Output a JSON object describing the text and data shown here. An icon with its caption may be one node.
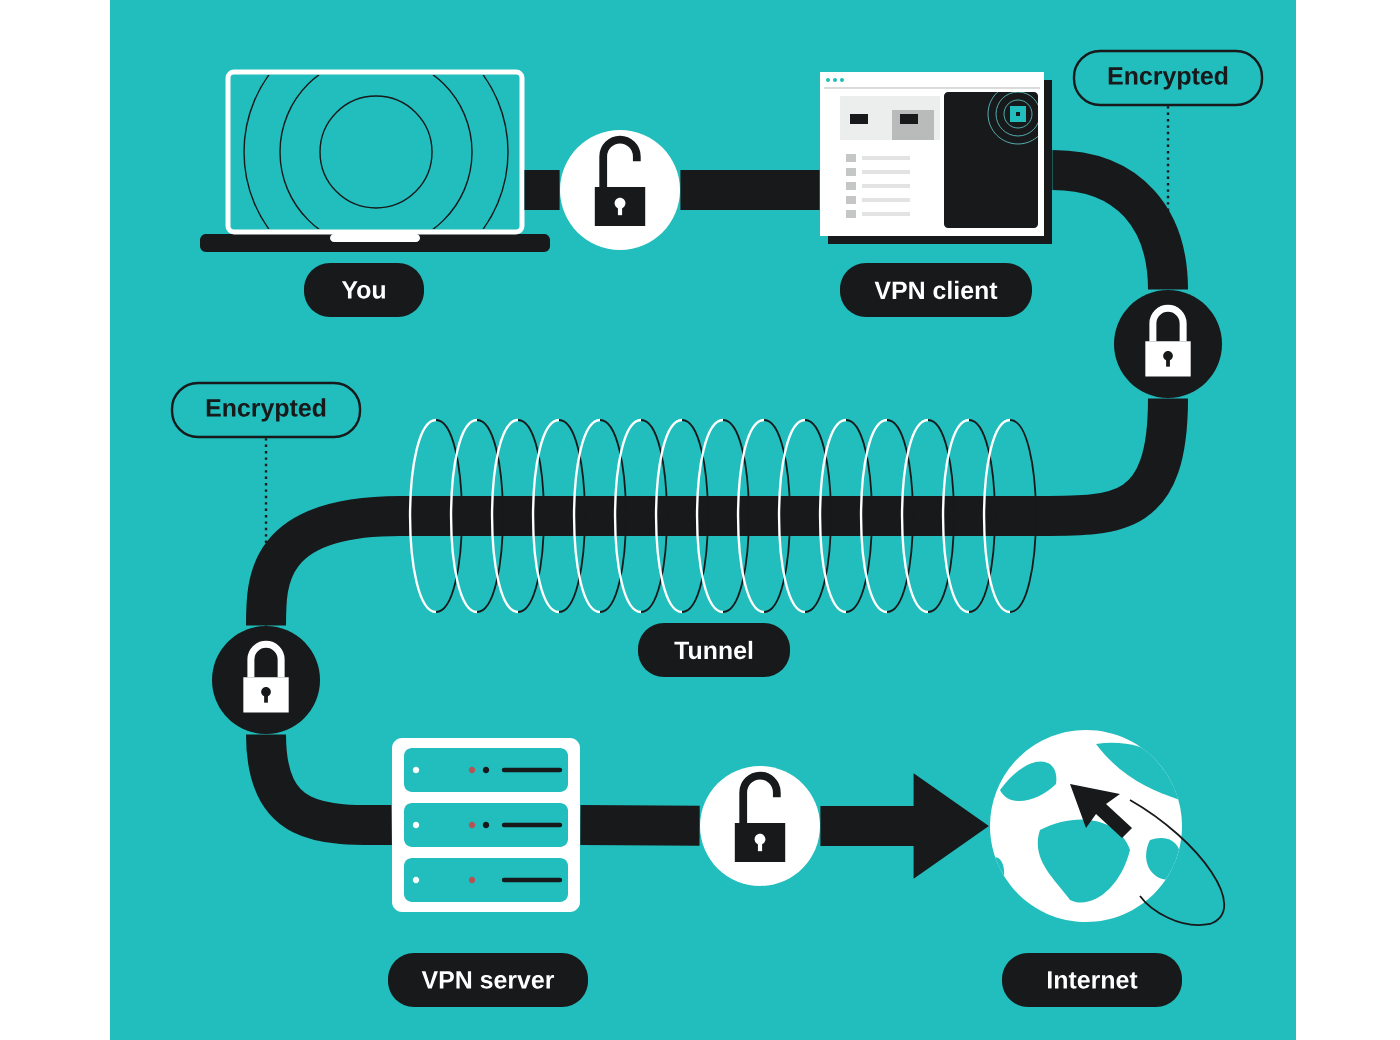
{
  "diagram": {
    "nodes": [
      {
        "text": [],
        "shape": "picture",
        "beside": [
          "You"
        ]
      },
      {
        "text": [],
        "shape": "circle"
      },
      {
        "text": [],
        "shape": "picture",
        "beside": [
          "VPN client"
        ]
      },
      {
        "text": [
          "Encrypted"
        ]
      },
      {
        "text": [],
        "shape": "circle"
      },
      {
        "text": [
          "Encrypted"
        ]
      },
      {
        "text": [],
        "shape": "circle"
      },
      {
        "text": [],
        "shape": "picture",
        "beside": [
          "VPN server"
        ]
      },
      {
        "text": [],
        "shape": "circle"
      },
      {
        "text": [],
        "shape": "picture",
        "beside": [
          "Internet"
        ]
      }
    ],
    "edges": [
      {
        "from": 0,
        "to": 1,
        "arrow": "none"
      },
      {
        "from": 1,
        "to": 2,
        "arrow": "none"
      },
      {
        "from": 2,
        "to": 4,
        "arrow": "none"
      },
      {
        "from": 3,
        "to": 4,
        "arrow": "none",
        "style": "dashed"
      },
      {
        "from": 4,
        "to": 6,
        "arrow": "none",
        "label": "Tunnel"
      },
      {
        "from": 5,
        "to": 6,
        "arrow": "none",
        "style": "dashed"
      },
      {
        "from": 6,
        "to": 7,
        "arrow": "none"
      },
      {
        "from": 7,
        "to": 8,
        "arrow": "none"
      },
      {
        "from": 8,
        "to": 9,
        "arrow": "to"
      }
    ]
  }
}
